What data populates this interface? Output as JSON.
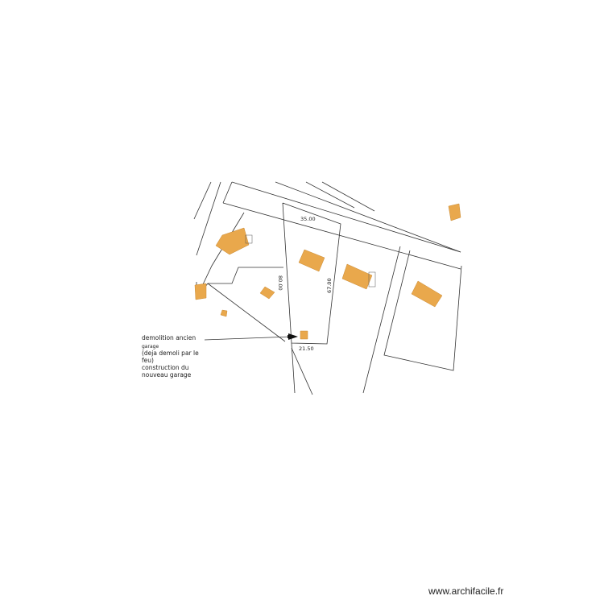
{
  "plan": {
    "building_color": "#e9a84c",
    "line_color": "#333333",
    "dimensions": {
      "top_width": "35.00",
      "left_side": "80.00",
      "right_side": "67.00",
      "bottom_width": "21.50"
    },
    "annotation": {
      "line1": "demolition ancien",
      "line2": "garage",
      "line3": "(deja demoli par le",
      "line4": "feu)",
      "line5": "construction du",
      "line6": "nouveau garage"
    }
  },
  "watermark": "www.archifacile.fr"
}
